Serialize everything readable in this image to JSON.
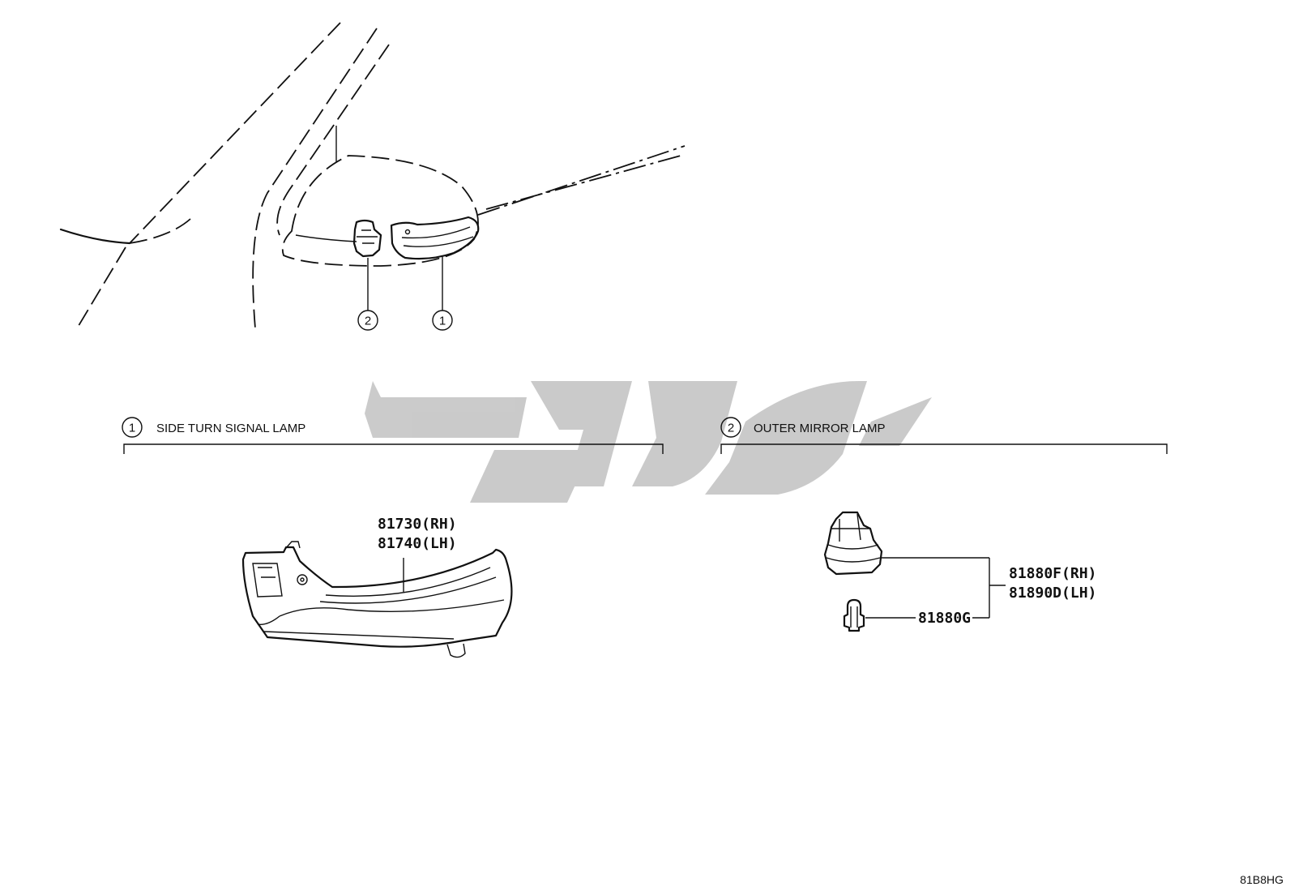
{
  "sections": [
    {
      "number": "1",
      "title": "SIDE TURN SIGNAL LAMP"
    },
    {
      "number": "2",
      "title": "OUTER MIRROR LAMP"
    }
  ],
  "callouts": [
    {
      "number": "2"
    },
    {
      "number": "1"
    }
  ],
  "parts": {
    "side_turn_signal_rh": "81730(RH)",
    "side_turn_signal_lh": "81740(LH)",
    "mirror_lamp_rh": "81880F(RH)",
    "mirror_lamp_lh": "81890D(LH)",
    "bulb": "81880G"
  },
  "diagram_code": "81B8HG",
  "watermark": {
    "color": "#c8c8c8"
  },
  "colors": {
    "line": "#111111",
    "background": "#ffffff"
  }
}
